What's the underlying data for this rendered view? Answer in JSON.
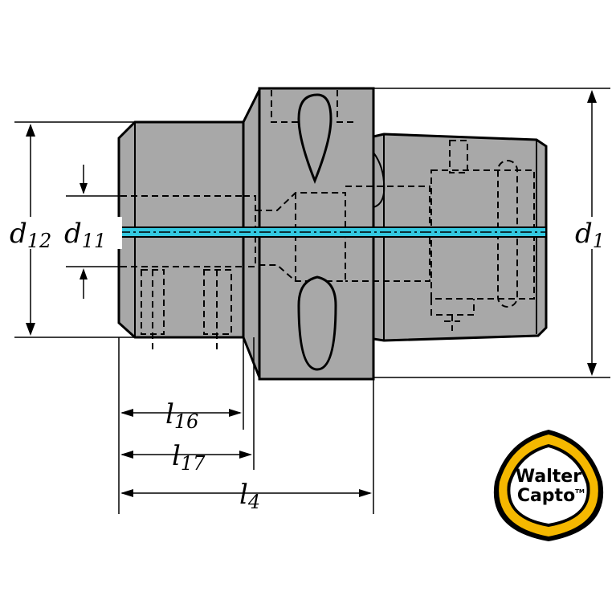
{
  "labels": {
    "d12": "d12",
    "d11": "d11",
    "d1": "d1",
    "l16": "l16",
    "l17": "l17",
    "l4": "l4"
  },
  "logo": {
    "line1": "Walter",
    "line2": "Capto",
    "mark": "TM",
    "ring_color": "#F5B800"
  },
  "colors": {
    "body": "#A8A8A8",
    "coolant": "#33C8E0",
    "outline": "#000000"
  }
}
